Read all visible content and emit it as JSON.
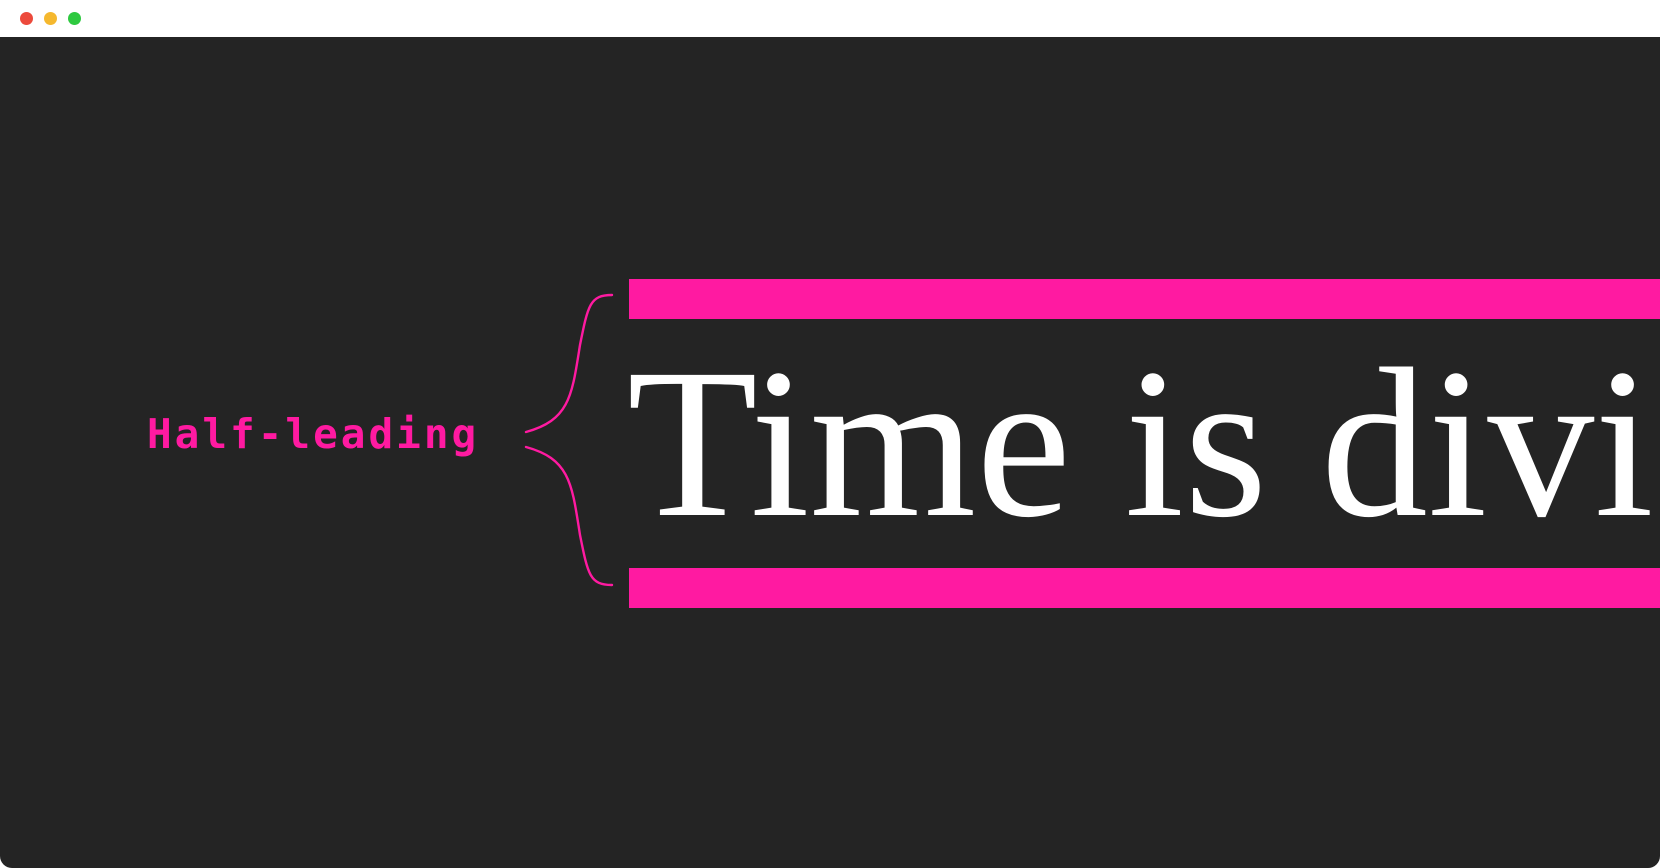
{
  "window": {
    "controls": [
      {
        "name": "close",
        "color": "#ec4a3c"
      },
      {
        "name": "minimize",
        "color": "#f5b82e"
      },
      {
        "name": "maximize",
        "color": "#2ec940"
      }
    ]
  },
  "diagram": {
    "label": "Half-leading",
    "sample_text": "Time is divi",
    "colors": {
      "background": "#242424",
      "accent": "#ff1aa1",
      "text": "#ffffff"
    }
  }
}
